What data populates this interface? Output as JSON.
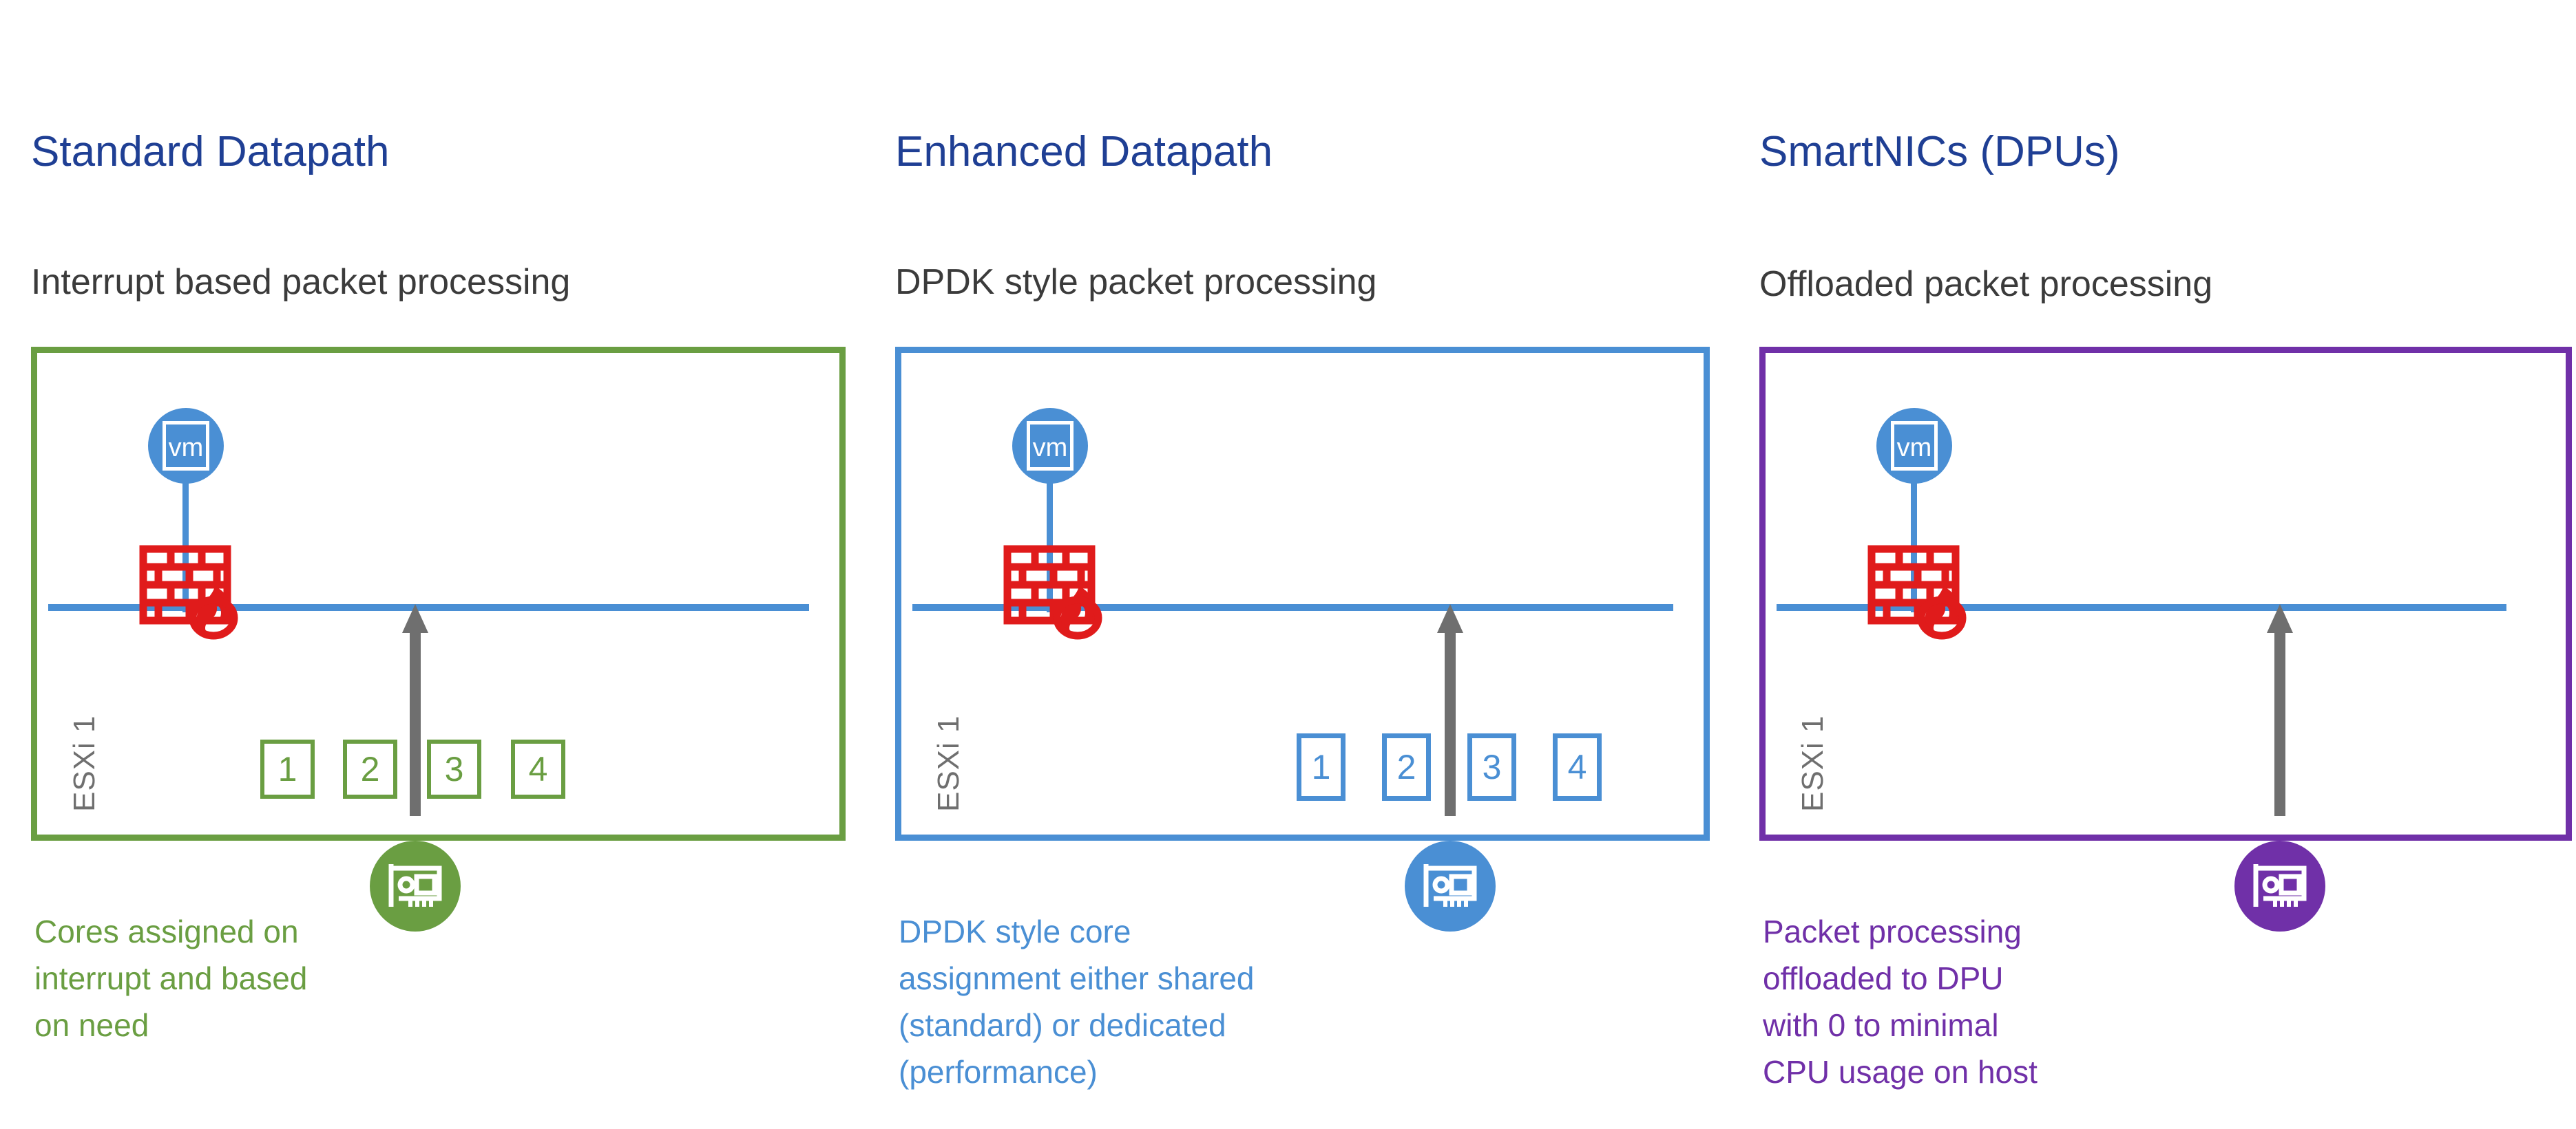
{
  "palette": {
    "title_color": "#1f3f94",
    "subtitle_color": "#3b3b3b",
    "vm_blue": "#4a8fd4",
    "firewall_red": "#e01b1b",
    "arrow_grey": "#6f6f6f",
    "host_label_grey": "#6f6f6f",
    "green": "#6a9e42",
    "blue": "#4a8fd4",
    "purple": "#7030a8"
  },
  "columns": [
    {
      "id": "standard-datapath",
      "title": "Standard Datapath",
      "subtitle": "Interrupt based packet processing",
      "accent": "#6a9e42",
      "host_label": "ESXi 1",
      "vm_label": "vm",
      "cores": [
        "1",
        "2",
        "3",
        "4"
      ],
      "nic_icon": "network-card-icon",
      "firewall_icon": "firewall-icon",
      "caption_lines": [
        "Cores assigned on",
        "interrupt and based",
        "on need"
      ]
    },
    {
      "id": "enhanced-datapath",
      "title": "Enhanced Datapath",
      "subtitle": "DPDK style packet processing",
      "accent": "#4a8fd4",
      "host_label": "ESXi 1",
      "vm_label": "vm",
      "cores": [
        "1",
        "2",
        "3",
        "4"
      ],
      "nic_icon": "network-card-icon",
      "firewall_icon": "firewall-icon",
      "caption_lines": [
        "DPDK style core",
        "assignment either shared",
        "(standard) or dedicated",
        "(performance)"
      ]
    },
    {
      "id": "smartnics-dpus",
      "title": "SmartNICs (DPUs)",
      "subtitle": "Offloaded packet processing",
      "accent": "#7030a8",
      "host_label": "ESXi 1",
      "vm_label": "vm",
      "cores": [],
      "nic_icon": "network-card-icon",
      "firewall_icon": "firewall-icon",
      "caption_lines": [
        "Packet processing",
        "offloaded to DPU",
        "with 0 to minimal",
        "CPU usage on host"
      ]
    }
  ]
}
